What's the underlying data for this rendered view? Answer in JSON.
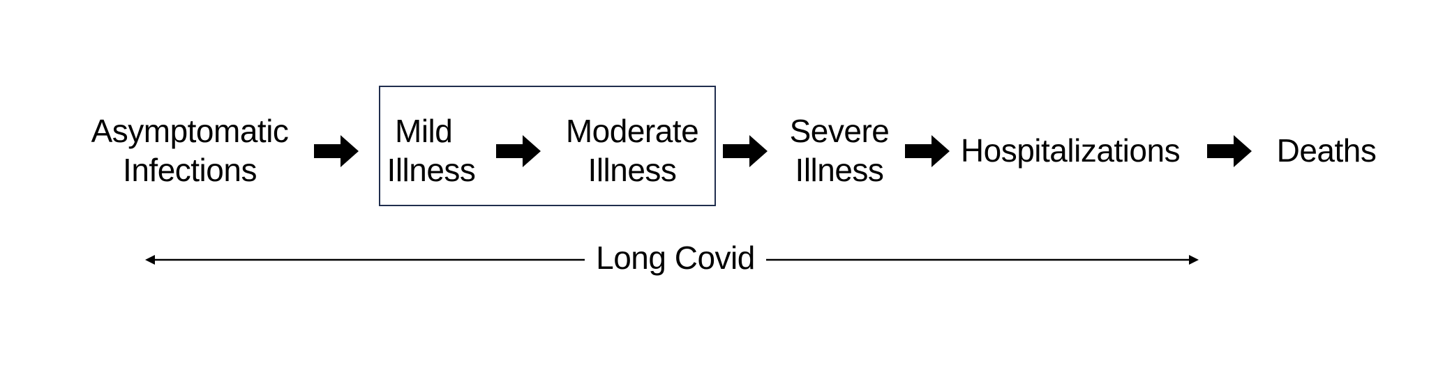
{
  "stages": {
    "asymptomatic": {
      "line1": "Asymptomatic",
      "line2": "Infections"
    },
    "mild": {
      "line1": "Mild",
      "line2": "Illness"
    },
    "moderate": {
      "line1": "Moderate",
      "line2": "Illness"
    },
    "severe": {
      "line1": "Severe",
      "line2": "Illness"
    },
    "hospitalizations": {
      "label": "Hospitalizations"
    },
    "deaths": {
      "label": "Deaths"
    }
  },
  "span": {
    "label": "Long Covid"
  },
  "colors": {
    "box_border": "#1f2d4d",
    "text": "#000000",
    "arrow": "#000000"
  }
}
